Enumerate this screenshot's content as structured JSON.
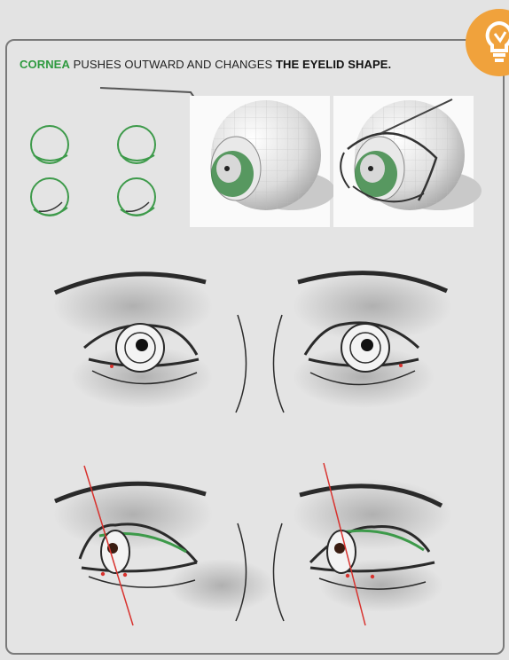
{
  "caption": {
    "accent": "CORNEA",
    "middle": " PUSHES OUTWARD AND CHANGES ",
    "strong": "THE EYELID SHAPE."
  },
  "icons": {
    "tip": "lightbulb-icon"
  },
  "colors": {
    "accent_green": "#2e9a3f",
    "badge_orange": "#f0a23c",
    "guide_red": "#d8322e",
    "panel_bg": "#e4e4e4",
    "border": "#7a7a7a"
  }
}
